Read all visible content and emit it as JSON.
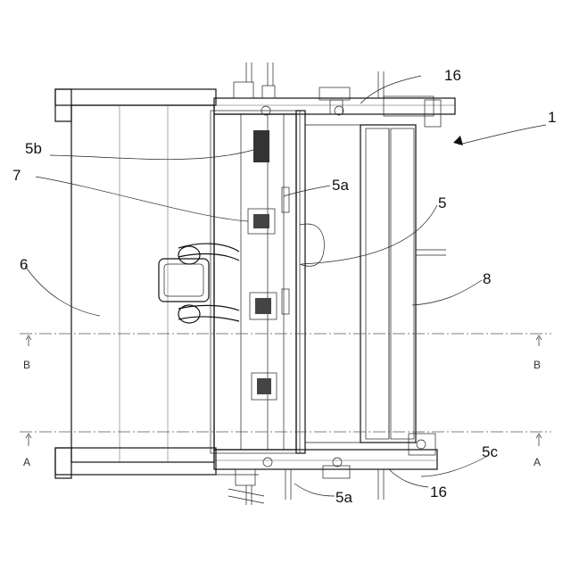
{
  "labels": {
    "ref_1": "1",
    "ref_16_top": "16",
    "ref_16_bottom": "16",
    "ref_5b": "5b",
    "ref_5a_upper": "5a",
    "ref_5a_lower": "5a",
    "ref_7": "7",
    "ref_5": "5",
    "ref_6": "6",
    "ref_8": "8",
    "ref_5c": "5c"
  },
  "section_marks": {
    "b_left": "B",
    "b_right": "B",
    "a_left": "A",
    "a_right": "A"
  },
  "colors": {
    "line": "#111111",
    "background": "#ffffff"
  }
}
